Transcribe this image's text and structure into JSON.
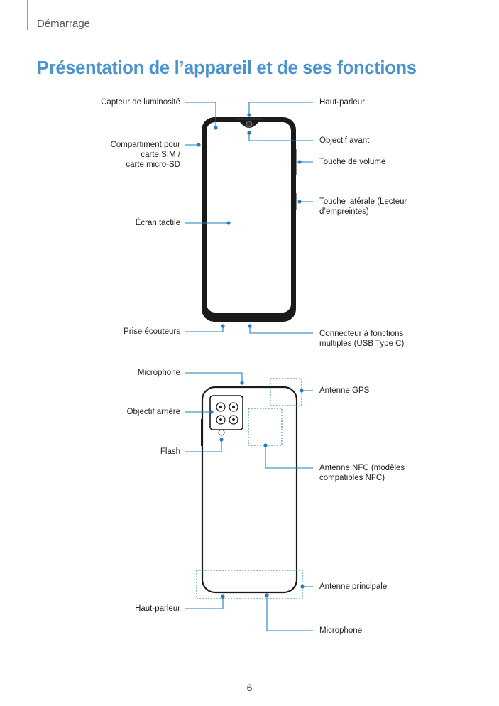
{
  "header": {
    "section": "Démarrage"
  },
  "page": {
    "title": "Présentation de l’appareil et de ses fonctions",
    "page_number": "6"
  },
  "front": {
    "light_sensor": "Capteur de luminosité",
    "sim_tray_1": "Compartiment pour",
    "sim_tray_2": "carte SIM /",
    "sim_tray_3": "carte micro-SD",
    "touchscreen": "Écran tactile",
    "headset_jack": "Prise écouteurs",
    "speaker": "Haut-parleur",
    "front_camera": "Objectif avant",
    "volume_key": "Touche de volume",
    "side_key_1": "Touche latérale (Lecteur",
    "side_key_2": "d’empreintes)",
    "connector_1": "Connecteur à fonctions",
    "connector_2": "multiples (USB Type C)"
  },
  "back": {
    "microphone_top": "Microphone",
    "rear_camera": "Objectif arrière",
    "flash": "Flash",
    "speaker": "Haut-parleur",
    "gps_antenna": "Antenne GPS",
    "nfc_antenna_1": "Antenne NFC (modèles",
    "nfc_antenna_2": "compatibles NFC)",
    "main_antenna": "Antenne principale",
    "microphone_bottom": "Microphone"
  },
  "colors": {
    "accent": "#4a93d0",
    "callout": "#1f7fbf",
    "device": "#1a1a1a"
  }
}
